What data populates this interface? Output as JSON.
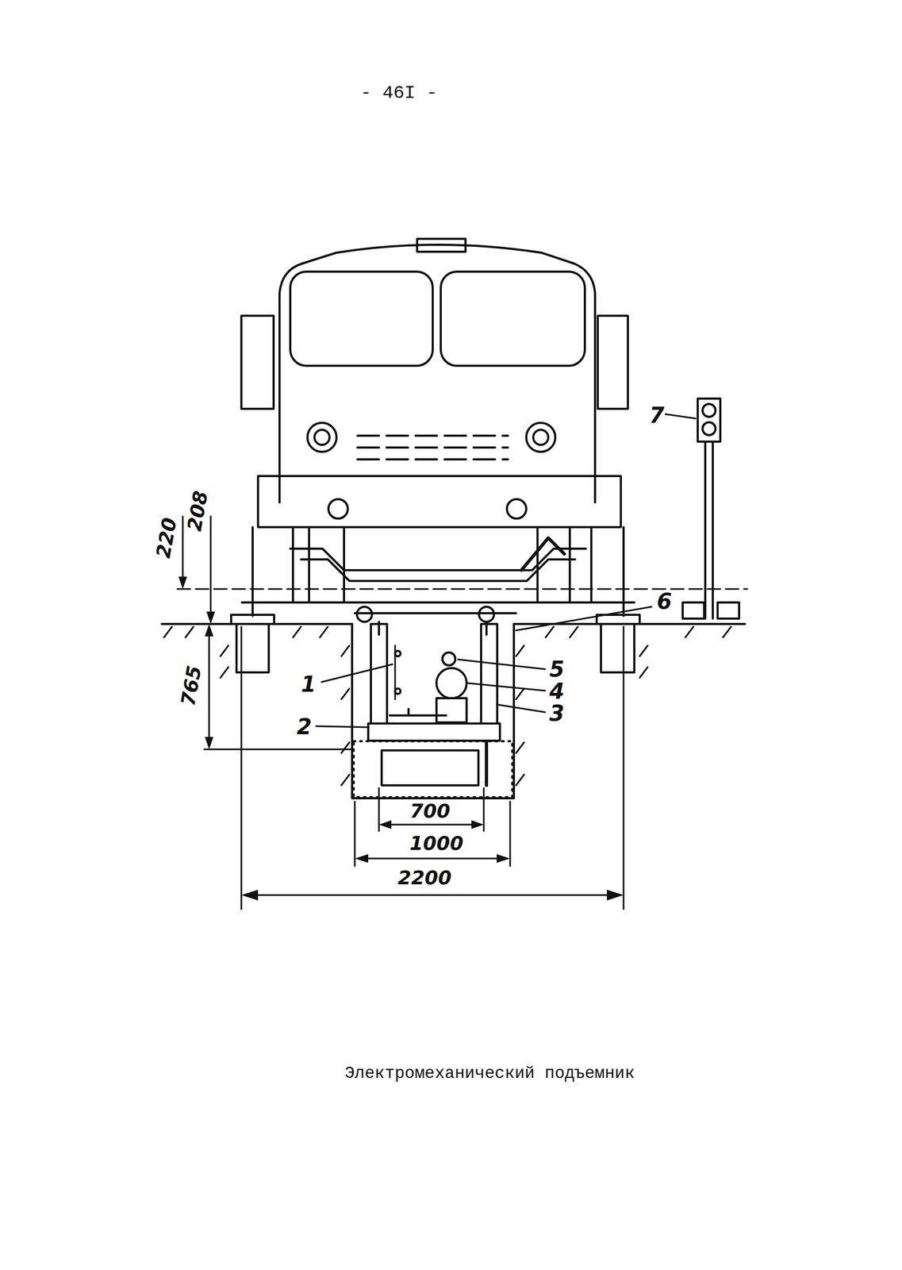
{
  "diagram": {
    "caption": "Электромеханический подъемник",
    "labels": [
      "- 46I -",
      "7",
      "6",
      "5",
      "4",
      "1",
      "3",
      "2",
      "220",
      "208",
      "765",
      "700",
      "1000",
      "2200"
    ]
  }
}
